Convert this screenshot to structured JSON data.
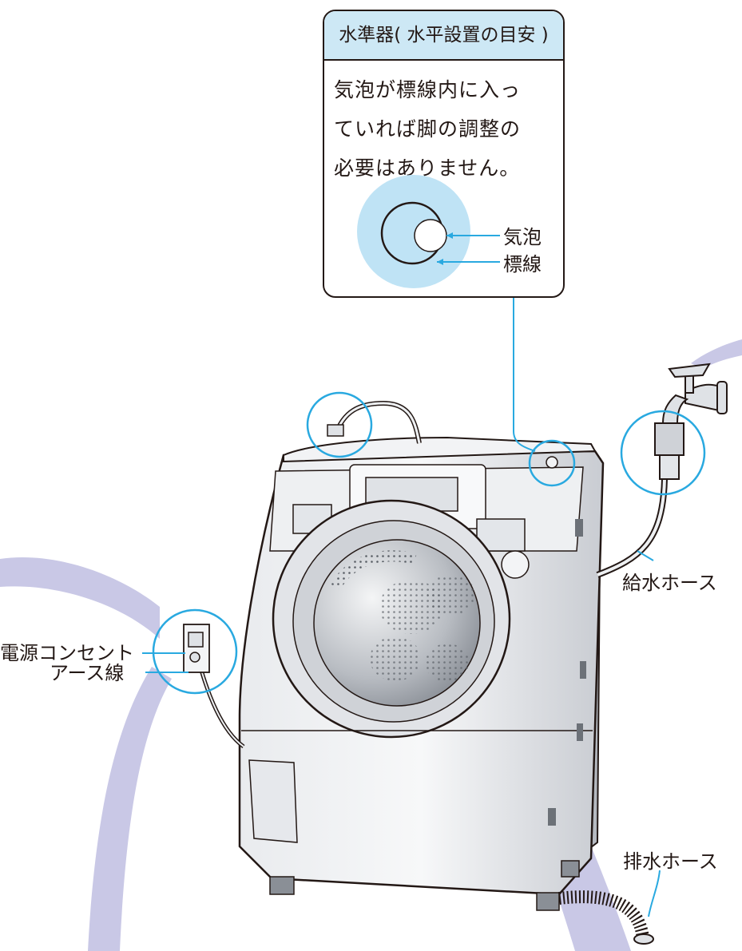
{
  "level_callout": {
    "title": "水準器( 水平設置の目安 )",
    "text_lines": [
      "気泡が標線内に入っ",
      "ていれば脚の調整の",
      "必要はありません。"
    ],
    "bubble_label": "気泡",
    "line_label": "標線"
  },
  "labels": {
    "outlet": "電源コンセント",
    "ground_wire": "アース線",
    "supply_hose": "給水ホース",
    "drain_hose": "排水ホース"
  },
  "colors": {
    "accent_cyan": "#29a9e0",
    "callout_fill": "#cde8f5",
    "swoosh": "#c9c8e6",
    "outline": "#231815"
  },
  "icons": [
    "washing-machine-illustration",
    "faucet-illustration",
    "power-outlet-illustration",
    "spirit-level-icon"
  ]
}
